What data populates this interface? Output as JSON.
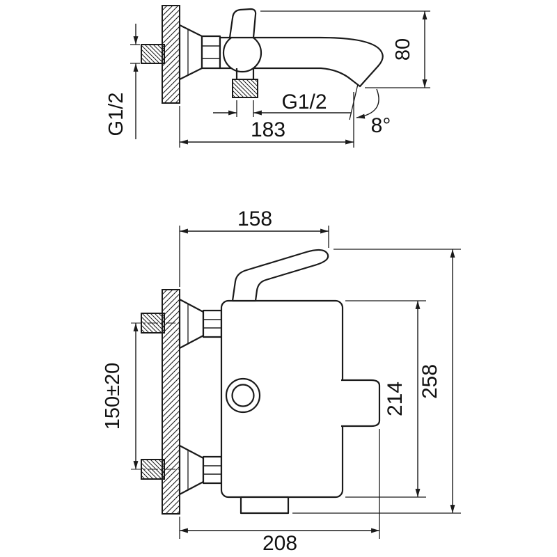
{
  "page": {
    "background": "#ffffff",
    "line_color": "#1a1a1a",
    "description": "Technical dimension drawing of a wall-mounted bath mixer faucet, side view (top) and front view (bottom)"
  },
  "views": {
    "side_view": {
      "labels": {
        "inlet_thread": "G1/2",
        "outlet_thread": "G1/2",
        "depth": "183",
        "height": "80",
        "spout_angle": "8°"
      }
    },
    "front_view": {
      "labels": {
        "top_width": "158",
        "mount_spacing": "150±20",
        "body_height": "214",
        "total_height": "258",
        "bottom_width": "208"
      }
    }
  }
}
